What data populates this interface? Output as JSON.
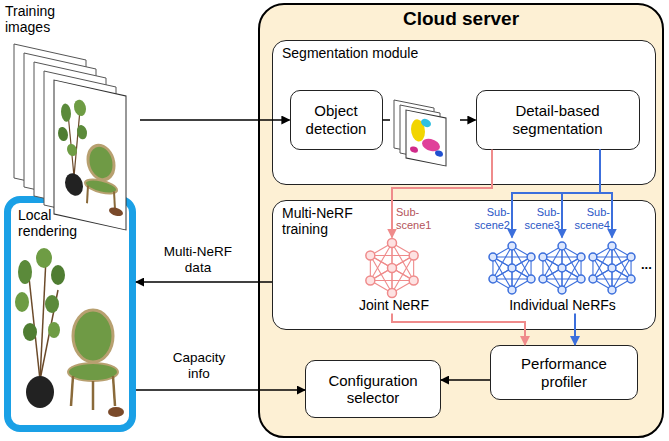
{
  "diagram": {
    "nodes": [
      {
        "text": [
          "Training images"
        ]
      },
      {
        "text": [
          "Cloud server"
        ]
      },
      {
        "text": [
          "Segmentation module"
        ],
        "in": 1
      },
      {
        "text": [
          "Object detection"
        ],
        "in": 2
      },
      {
        "text": [
          "Detail-based segmentation"
        ],
        "in": 2
      },
      {
        "text": [
          "Multi-NeRF training"
        ],
        "in": 1
      },
      {
        "text": [
          "Joint NeRF"
        ],
        "in": 5
      },
      {
        "text": [
          "Individual NeRFs"
        ],
        "in": 5
      },
      {
        "text": [
          "Local rendering"
        ]
      },
      {
        "text": [
          "Configuration selector"
        ],
        "in": 1
      },
      {
        "text": [
          "Performance profiler"
        ],
        "in": 1
      }
    ],
    "edges": [
      {
        "from": 0,
        "to": 3,
        "arrow": "to"
      },
      {
        "from": 3,
        "to": 4,
        "arrow": "to"
      },
      {
        "from": 4,
        "to": 6,
        "label": "Sub-scene1",
        "arrow": "to"
      },
      {
        "from": 4,
        "to": 7,
        "label": "Sub-scene2",
        "arrow": "to"
      },
      {
        "from": 4,
        "to": 7,
        "label": "Sub-scene3",
        "arrow": "to"
      },
      {
        "from": 4,
        "to": 7,
        "label": "Sub-scene4",
        "arrow": "to"
      },
      {
        "from": 6,
        "to": 10,
        "arrow": "to"
      },
      {
        "from": 7,
        "to": 10,
        "arrow": "to"
      },
      {
        "from": 10,
        "to": 9,
        "arrow": "to"
      },
      {
        "from": 5,
        "to": 8,
        "label": "Multi-NeRF data",
        "arrow": "to"
      },
      {
        "from": 8,
        "to": 9,
        "label": "Capacity info",
        "arrow": "to"
      }
    ],
    "labels": [
      "..."
    ]
  }
}
